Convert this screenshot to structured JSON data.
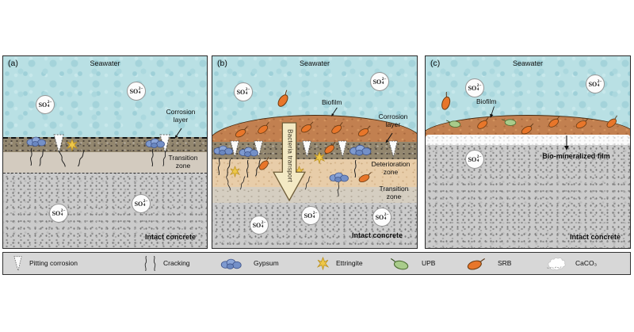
{
  "figure": {
    "ion": {
      "base": "SO",
      "sup": "2−",
      "sub": "4"
    },
    "panels": [
      {
        "tag": "(a)",
        "seawater": "Seawater",
        "labels": {
          "corrosion": "Corrosion layer",
          "transition": "Transition zone"
        },
        "intact": "Intact concrete"
      },
      {
        "tag": "(b)",
        "seawater": "Seawater",
        "labels": {
          "biofilm": "Biofilm",
          "corrosion": "Corrosion layer",
          "deterioration": "Deterioration zone",
          "transition": "Transition zone",
          "transport": "Bacteria transport"
        },
        "intact": "Intact concrete"
      },
      {
        "tag": "(c)",
        "seawater": "Seawater",
        "labels": {
          "biofilm": "Biofilm",
          "film": "Bio-mineralized film"
        },
        "intact": "Intact concrete"
      }
    ],
    "legend": [
      {
        "icon": "pitting-corrosion-icon",
        "label": "Pitting corrosion"
      },
      {
        "icon": "cracking-icon",
        "label": "Cracking"
      },
      {
        "icon": "gypsum-icon",
        "label": "Gypsum"
      },
      {
        "icon": "ettringite-icon",
        "label": "Ettringite"
      },
      {
        "icon": "upb-icon",
        "label": "UPB"
      },
      {
        "icon": "srb-icon",
        "label": "SRB"
      },
      {
        "icon": "caco3-icon",
        "label": "CaCO₃"
      }
    ],
    "colors": {
      "seawater": "#b9e0e4",
      "biofilm": "#c28050",
      "corrosion_layer": "#93876f",
      "deterioration_zone": "#e8cda9",
      "transition_zone": "#d5cec1",
      "intact_concrete": "#cbcbcb",
      "gypsum": "#7e9ad0",
      "ettringite": "#eec84a",
      "upb": "#a9cc8b",
      "srb": "#e8762a",
      "legend_bg": "#d7d7d7"
    }
  }
}
